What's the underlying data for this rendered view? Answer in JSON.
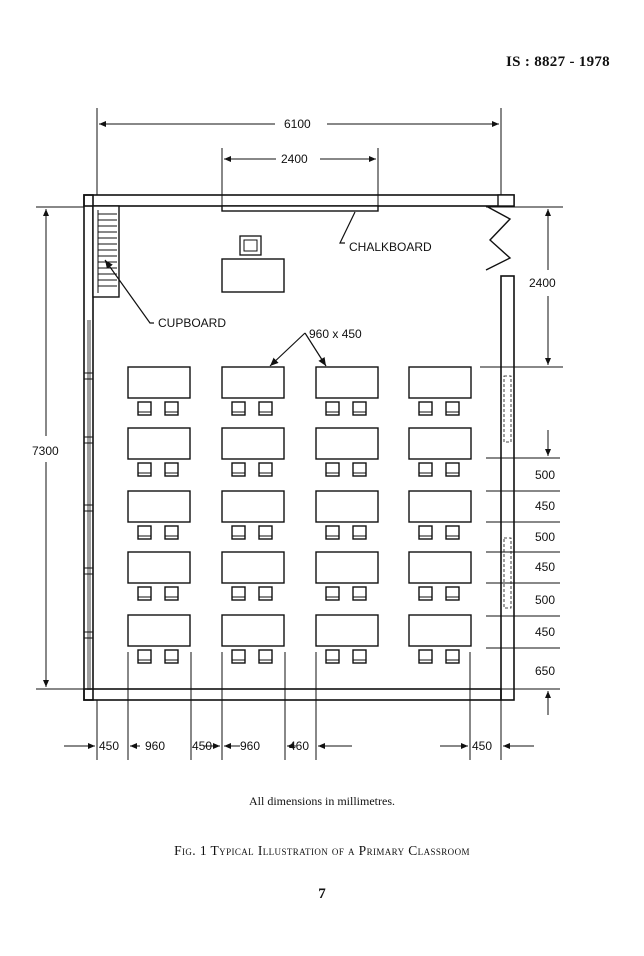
{
  "header": {
    "standard_number": "IS : 8827 - 1978"
  },
  "labels": {
    "chalkboard": "CHALKBOARD",
    "cupboard": "CUPBOARD",
    "desk_size": "960 x 450"
  },
  "dimensions": {
    "room_width": "6100",
    "chalkboard_width": "2400",
    "room_length": "7300",
    "front_clearance": "2400",
    "row_spacing": [
      "500",
      "450",
      "500",
      "450",
      "500",
      "450",
      "650"
    ],
    "bottom": {
      "aisle_left": "450",
      "desk_1": "960",
      "aisle_mid": "450",
      "desk_2": "960",
      "aisle_inner": "460",
      "aisle_right": "450"
    }
  },
  "layout_info": {
    "desk_rows": 5,
    "desk_columns": 4,
    "chairs_per_desk": 2
  },
  "note": "All dimensions in millimetres.",
  "caption": "Fig. 1   Typical Illustration of a Primary Classroom",
  "page_number": "7"
}
